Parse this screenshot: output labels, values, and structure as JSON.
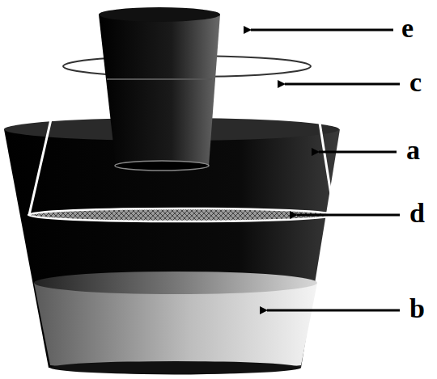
{
  "diagram": {
    "labels": [
      "e",
      "c",
      "a",
      "d",
      "b"
    ]
  }
}
